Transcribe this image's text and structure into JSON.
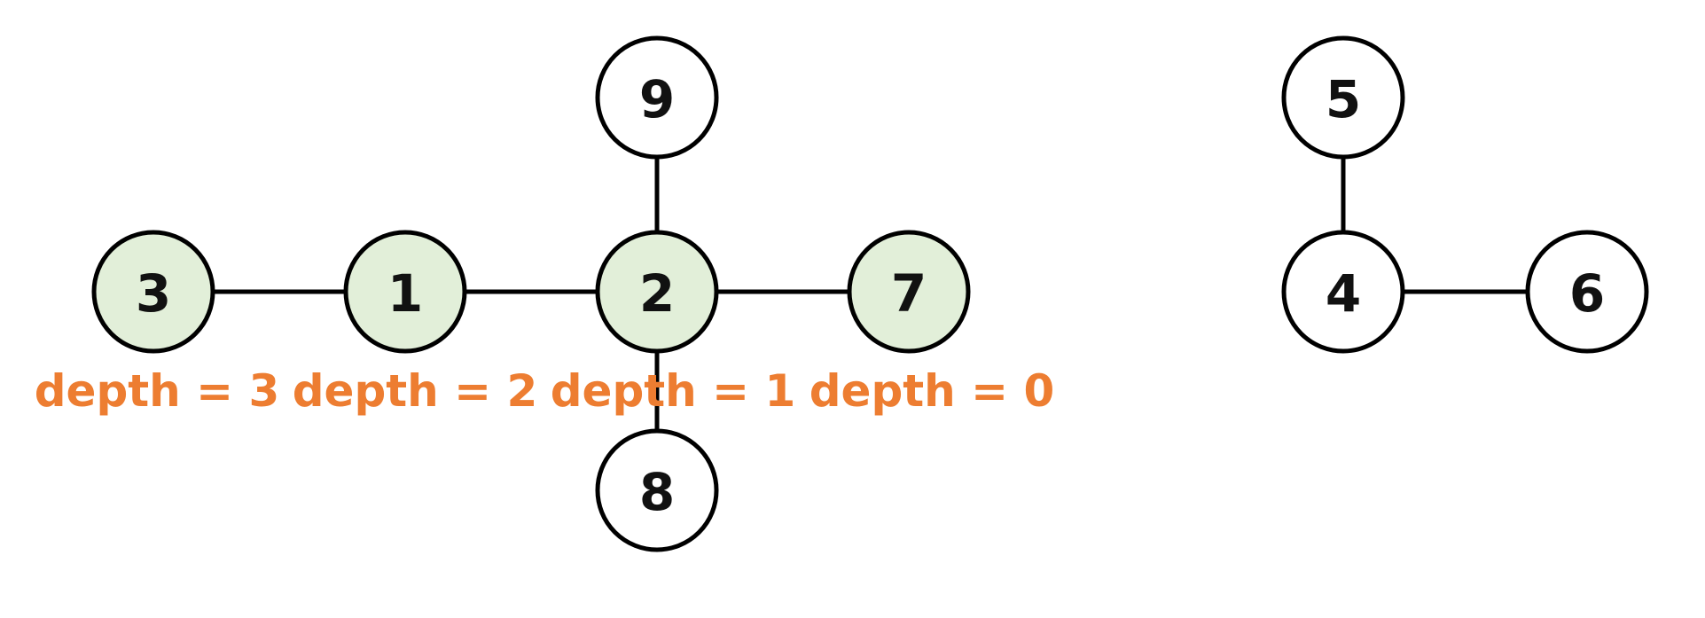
{
  "colors": {
    "highlight_fill": "#e2efd9",
    "default_fill": "#ffffff",
    "stroke": "#000000",
    "depth_text": "#ed7d31"
  },
  "nodes": [
    {
      "id": "3",
      "label": "3",
      "highlighted": true
    },
    {
      "id": "1",
      "label": "1",
      "highlighted": true
    },
    {
      "id": "2",
      "label": "2",
      "highlighted": true
    },
    {
      "id": "7",
      "label": "7",
      "highlighted": true
    },
    {
      "id": "9",
      "label": "9",
      "highlighted": false
    },
    {
      "id": "8",
      "label": "8",
      "highlighted": false
    },
    {
      "id": "5",
      "label": "5",
      "highlighted": false
    },
    {
      "id": "4",
      "label": "4",
      "highlighted": false
    },
    {
      "id": "6",
      "label": "6",
      "highlighted": false
    }
  ],
  "edges": [
    [
      "3",
      "1"
    ],
    [
      "1",
      "2"
    ],
    [
      "2",
      "7"
    ],
    [
      "9",
      "2"
    ],
    [
      "2",
      "8"
    ],
    [
      "5",
      "4"
    ],
    [
      "4",
      "6"
    ]
  ],
  "depth_labels": [
    {
      "node": "3",
      "text": "depth = 3"
    },
    {
      "node": "1",
      "text": "depth = 2"
    },
    {
      "node": "2",
      "text": "depth = 1"
    },
    {
      "node": "7",
      "text": "depth = 0"
    }
  ]
}
